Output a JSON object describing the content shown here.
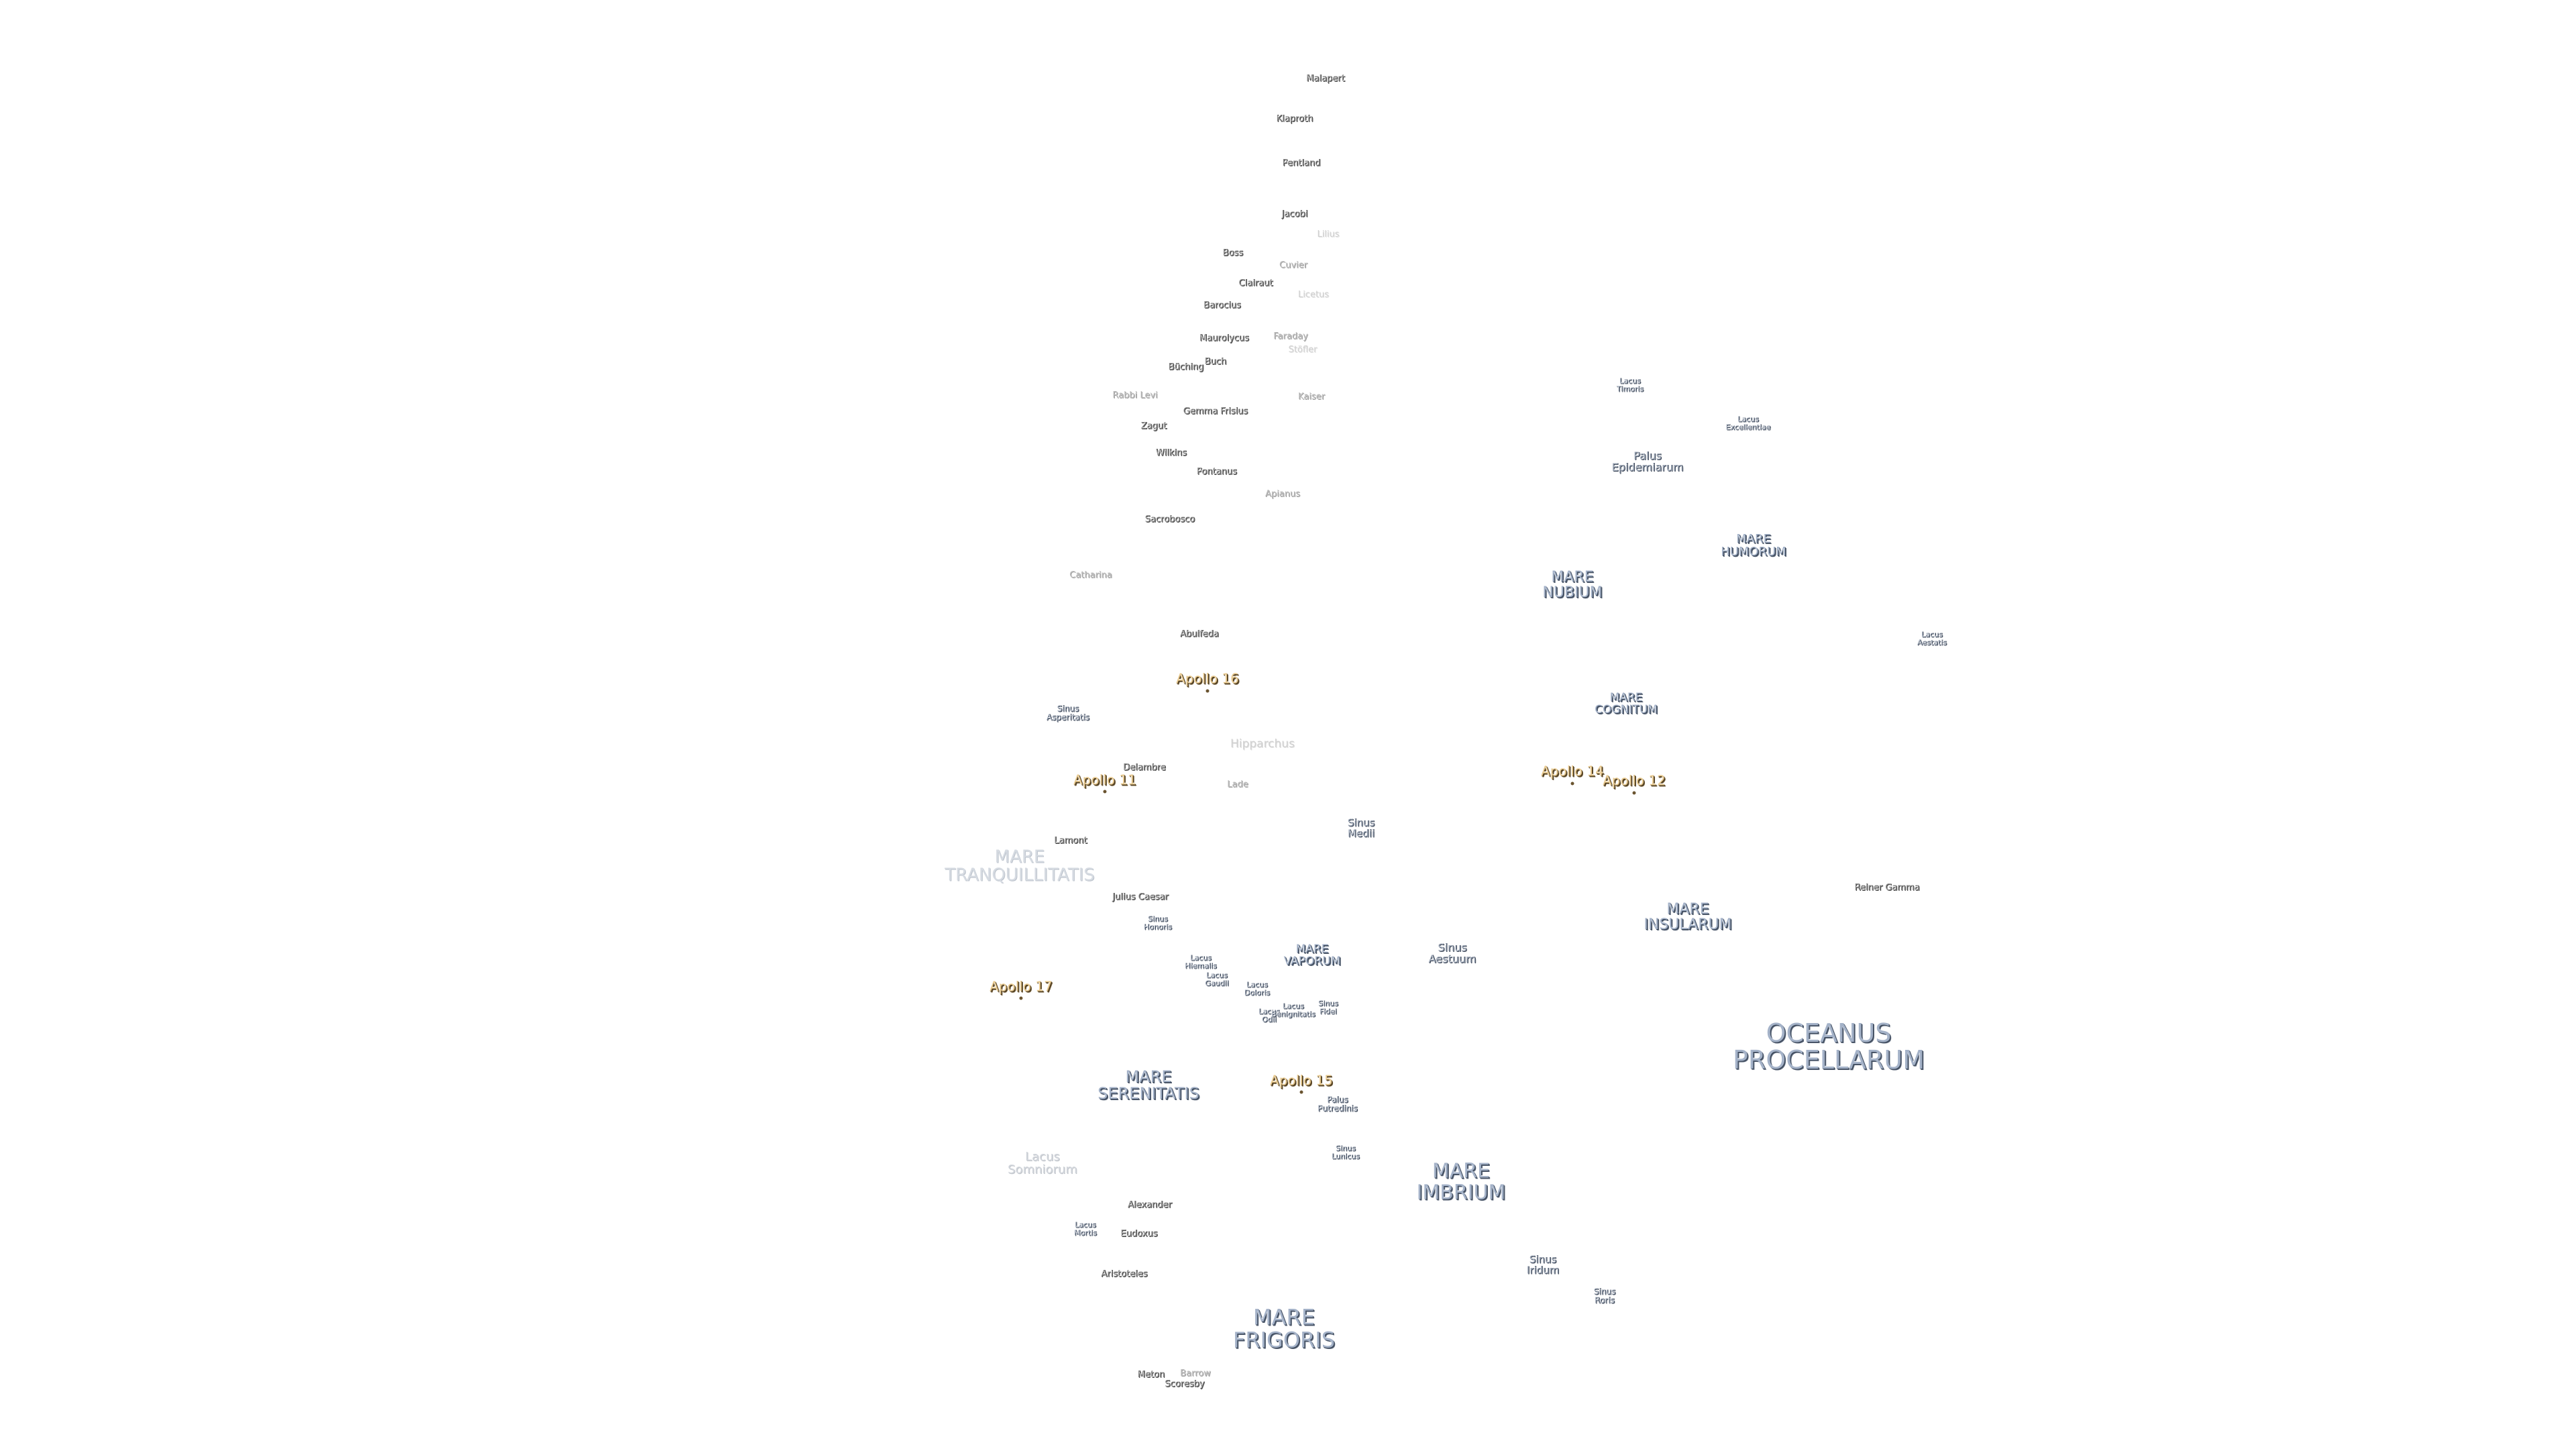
{
  "colors": {
    "background": "#ffffff",
    "crater_label": "#8c8c8c",
    "mare_label": "#a4b2c8",
    "apollo_label": "#e8c98e"
  },
  "craters": {
    "malapert": "Malapert",
    "klaproth": "Klaproth",
    "pentland": "Pentland",
    "jacobi": "Jacobi",
    "lilius": "Lilius",
    "boss": "Boss",
    "cuvier": "Cuvier",
    "clairaut": "Clairaut",
    "licetus": "Licetus",
    "barocius": "Barocius",
    "maurolycus": "Maurolycus",
    "faraday": "Faraday",
    "stofler": "Stöfler",
    "buching": "Büching",
    "buch": "Buch",
    "rabbi_levi": "Rabbi Levi",
    "gemma_frisius": "Gemma Frisius",
    "kaiser": "Kaiser",
    "zagut": "Zagut",
    "wilkins": "Wilkins",
    "pontanus": "Pontanus",
    "apianus": "Apianus",
    "sacrobosco": "Sacrobosco",
    "catharina": "Catharina",
    "abulfeda": "Abulfeda",
    "delambre": "Delambre",
    "hipparchus": "Hipparchus",
    "lade": "Lade",
    "lamont": "Lamont",
    "julius_caesar": "Julius Caesar",
    "reiner_gamma": "Reiner Gamma",
    "alexander": "Alexander",
    "eudoxus": "Eudoxus",
    "aristoteles": "Aristoteles",
    "meton": "Meton",
    "barrow": "Barrow",
    "scoresby": "Scoresby"
  },
  "lakes": {
    "lacus_timoris": "Lacus\nTimoris",
    "lacus_excellentiae": "Lacus\nExcellentiae",
    "palus_epidemiarum": "Palus\nEpidemiarum",
    "lacus_aestatis": "Lacus\nAestatis",
    "sinus_asperitatis": "Sinus\nAsperitatis",
    "sinus_medii": "Sinus\nMedii",
    "sinus_honoris": "Sinus\nHonoris",
    "sinus_aestuum": "Sinus\nAestuum",
    "lacus_hiemalis": "Lacus\nHiemalis",
    "lacus_gaudii": "Lacus\nGaudii",
    "lacus_doloris": "Lacus\nDoloris",
    "lacus_odii": "Lacus\nOdii",
    "lacus_benignitatis": "Lacus\nBenignitatis",
    "sinus_fidei": "Sinus\nFidei",
    "palus_putredinis": "Palus\nPutredinis",
    "sinus_lunicus": "Sinus\nLunicus",
    "lacus_somniorum": "Lacus\nSomniorum",
    "lacus_mortis": "Lacus\nMortis",
    "sinus_iridum": "Sinus\nIridum",
    "sinus_roris": "Sinus\nRoris"
  },
  "maria": {
    "mare_nubium": "MARE\nNUBIUM",
    "mare_humorum": "MARE\nHUMORUM",
    "mare_cognitum": "MARE\nCOGNITUM",
    "mare_tranquillitatis": "MARE\nTRANQUILLITATIS",
    "mare_insularum": "MARE\nINSULARUM",
    "mare_vaporum": "MARE\nVAPORUM",
    "mare_serenitatis": "MARE\nSERENITATIS",
    "mare_imbrium": "MARE\nIMBRIUM",
    "mare_frigoris": "MARE\nFRIGORIS",
    "oceanus_procellarum": "OCEANUS\nPROCELLARUM"
  },
  "apollo": {
    "apollo_16": "Apollo 16",
    "apollo_11": "Apollo 11",
    "apollo_14": "Apollo 14",
    "apollo_12": "Apollo 12",
    "apollo_17": "Apollo 17",
    "apollo_15": "Apollo 15"
  }
}
